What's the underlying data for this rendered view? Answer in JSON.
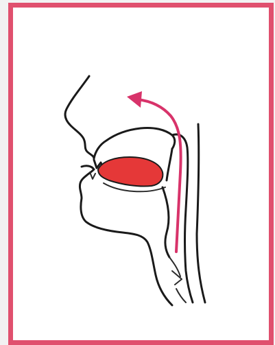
{
  "colors": {
    "frame": "#e0506e",
    "airflow": "#d8336a",
    "tongue": "#e53838",
    "outline": "#1a1a1a"
  },
  "figure": {
    "subject": "sagittal-head-section",
    "highlight": "tongue",
    "arrow_direction": "upward-to-nasal-cavity"
  }
}
